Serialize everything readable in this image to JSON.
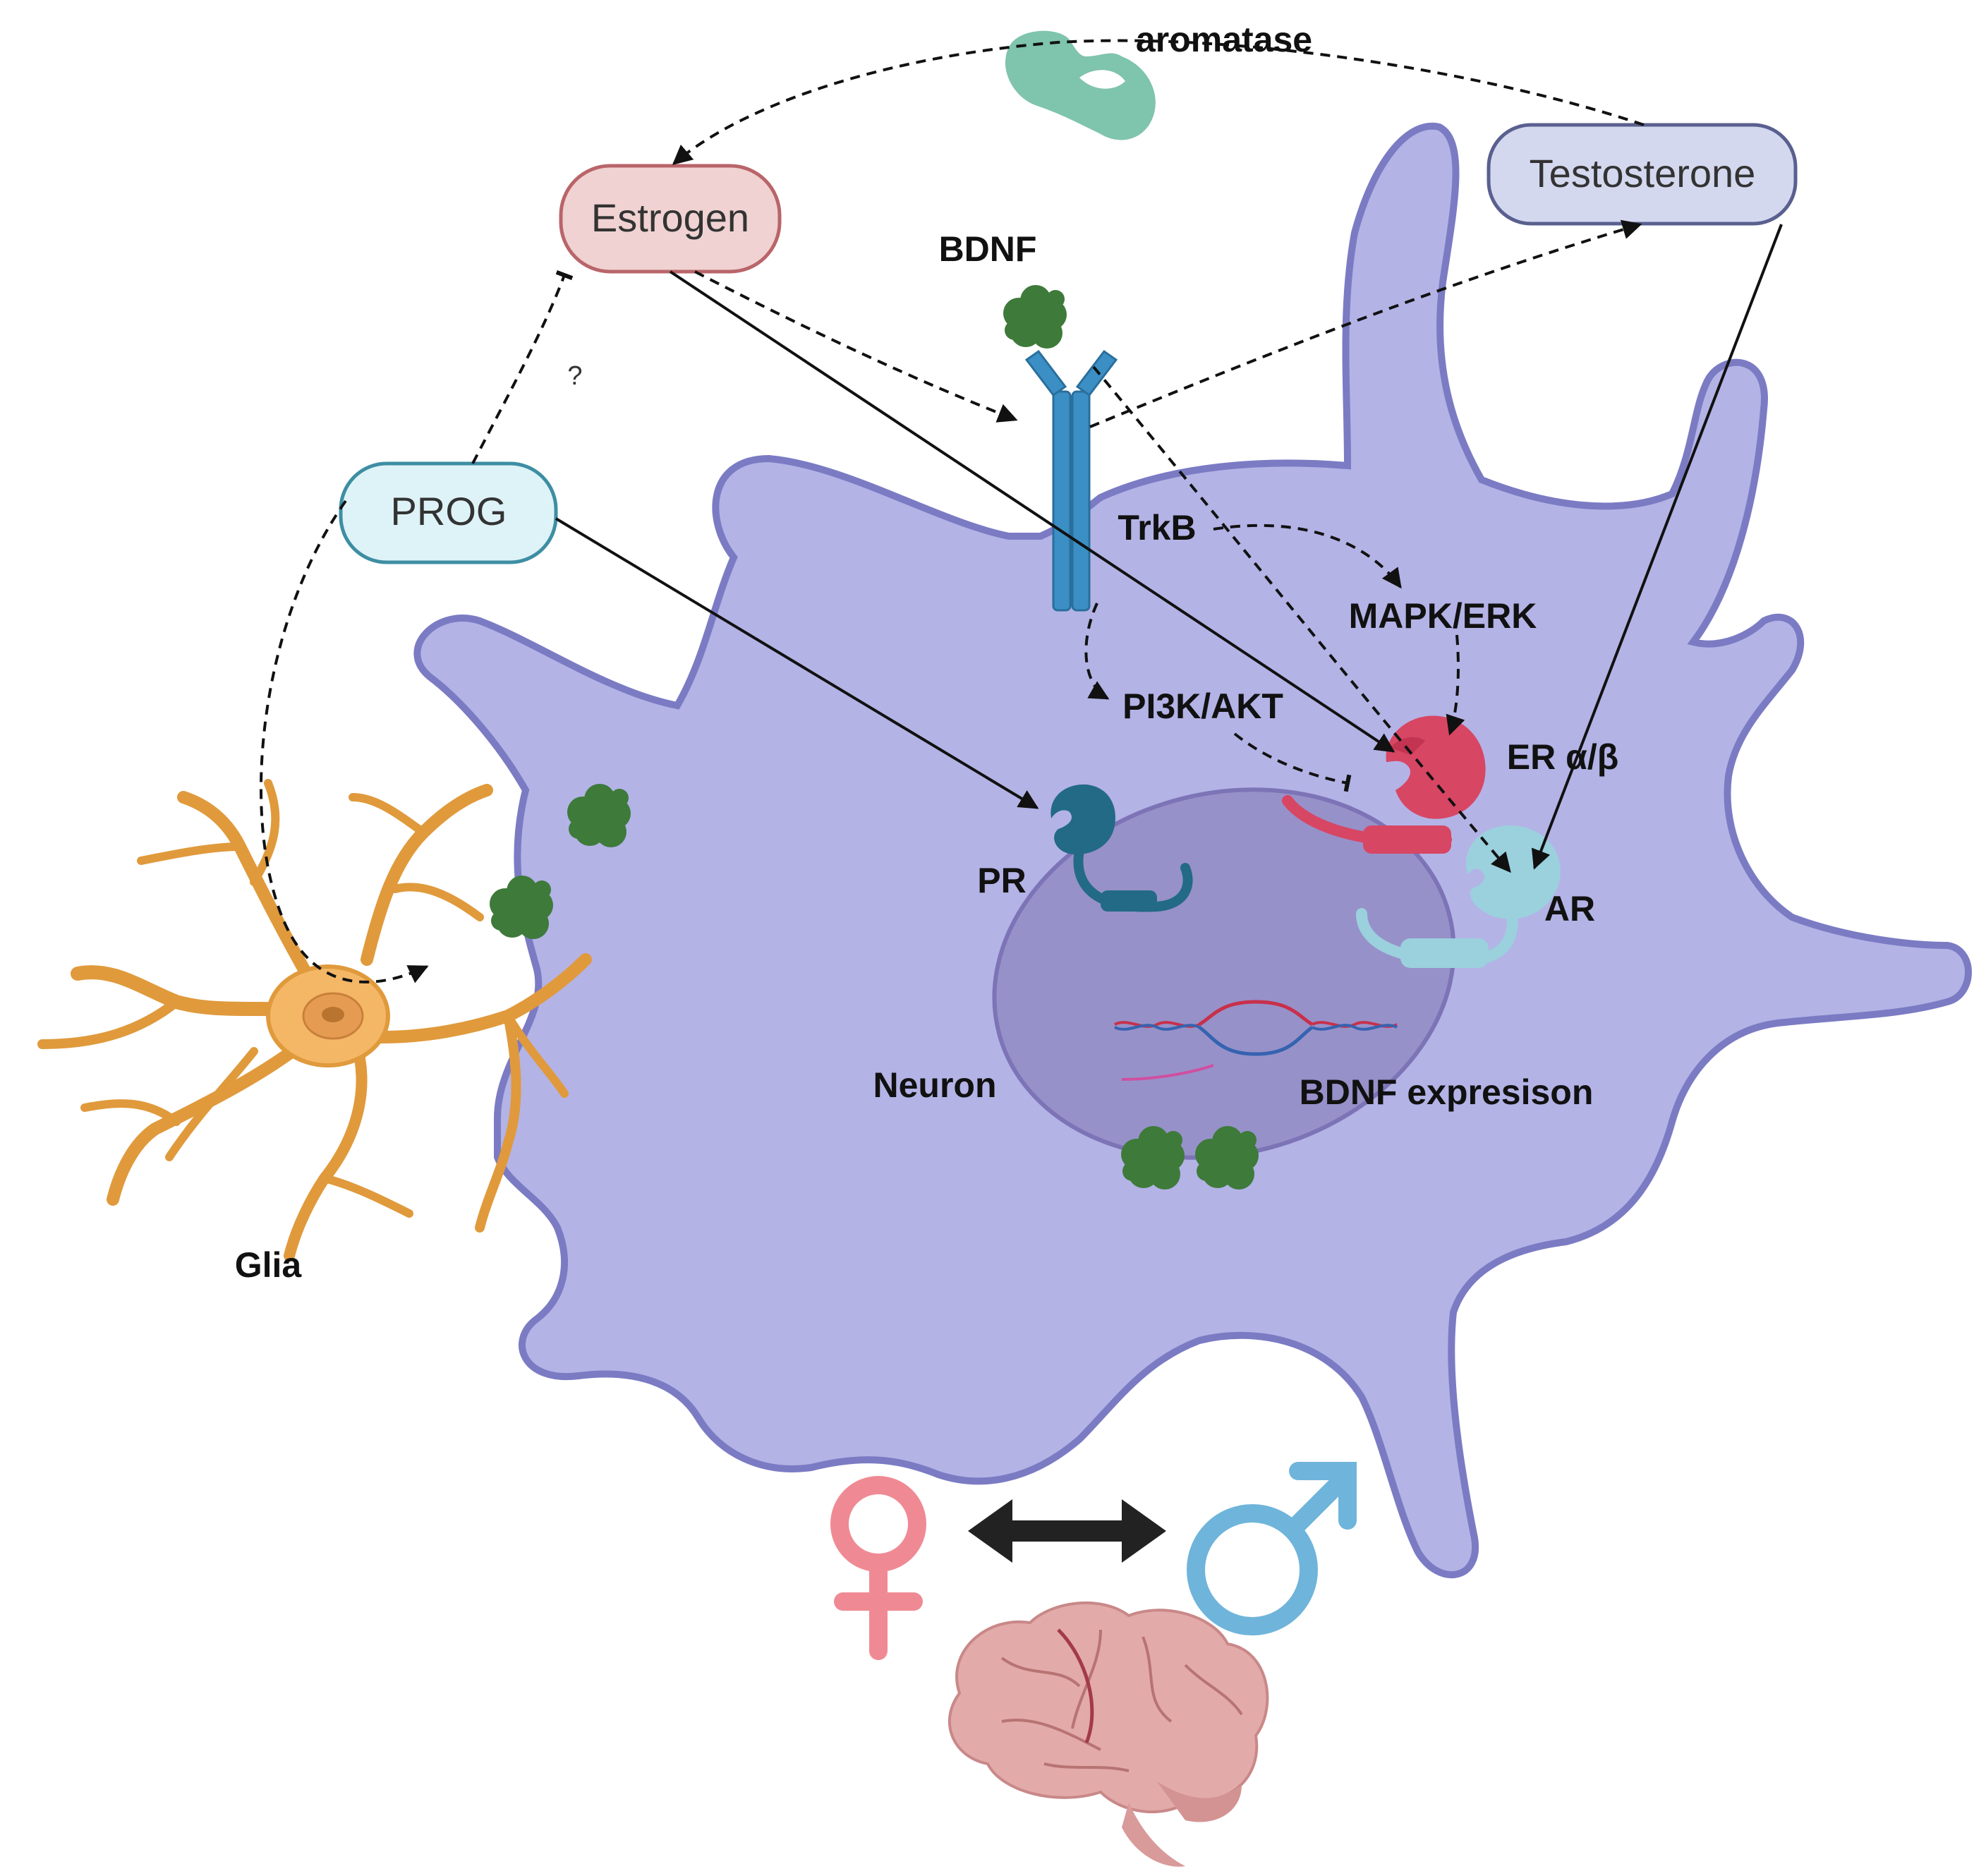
{
  "labels": {
    "aromatase": "aromatase",
    "estrogen": "Estrogen",
    "testosterone": "Testosterone",
    "prog": "PROG",
    "bdnf": "BDNF",
    "trkb": "TrkB",
    "mapk": "MAPK/ERK",
    "pi3k": "PI3K/AKT",
    "er": "ER α/β",
    "pr": "PR",
    "ar": "AR",
    "neuron": "Neuron",
    "bdnf_expression": "BDNF expresison",
    "glia": "Glia",
    "question": "?"
  },
  "colors": {
    "neuron_fill": "#b3b3e6",
    "neuron_stroke": "#7b7bc4",
    "nucleus_fill": "#9791c9",
    "estrogen_fill": "#f0d2d2",
    "estrogen_stroke": "#b9656a",
    "testosterone_fill": "#d4d8ef",
    "testosterone_stroke": "#59608f",
    "prog_fill": "#def3f8",
    "prog_stroke": "#3d8ea3",
    "aromatase": "#7fc4ac",
    "bdnf_protein": "#3e7a3a",
    "trkb": "#3b8fc5",
    "er_receptor": "#d74663",
    "pr_receptor": "#236a86",
    "ar_receptor": "#9bd0dd",
    "glia_fill": "#f4b766",
    "glia_stroke": "#e09a3c",
    "female_symbol": "#ef8a94",
    "male_symbol": "#6fb4da",
    "brain": "#e3aaaa"
  },
  "icons": [
    "aromatase-icon",
    "bdnf-protein-icon",
    "trkb-receptor-icon",
    "er-receptor-icon",
    "pr-receptor-icon",
    "ar-receptor-icon",
    "dna-icon",
    "glia-cell-icon",
    "female-symbol-icon",
    "male-symbol-icon",
    "double-arrow-icon",
    "brain-icon"
  ]
}
